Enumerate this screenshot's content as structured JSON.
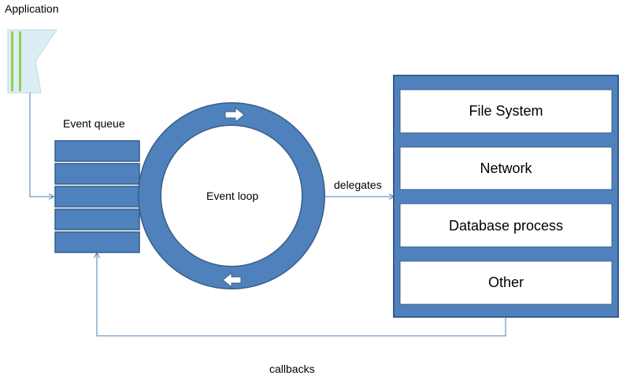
{
  "diagram": {
    "application_label": "Application",
    "event_queue_label": "Event queue",
    "event_loop_label": "Event loop",
    "delegates_label": "delegates",
    "callbacks_label": "callbacks",
    "workers": [
      {
        "label": "File System"
      },
      {
        "label": "Network"
      },
      {
        "label": "Database process"
      },
      {
        "label": "Other"
      }
    ],
    "queue_slot_count": 5
  },
  "colors": {
    "accent_blue": "#4f81bd",
    "dark_blue": "#385d8a",
    "line_blue": "#4a7ebb",
    "doc_fill": "#dbeef4",
    "doc_stripe": "#92d050"
  },
  "icons": [
    "document-icon",
    "right-arrow-icon",
    "left-arrow-icon"
  ]
}
